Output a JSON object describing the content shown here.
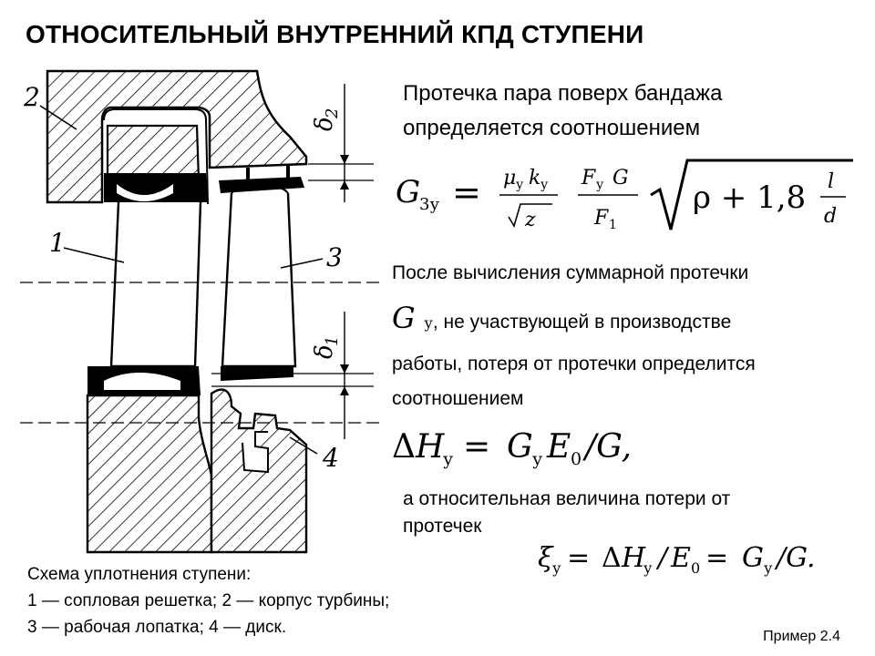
{
  "title": "ОТНОСИТЕЛЬНЫЙ ВНУТРЕННИЙ КПД СТУПЕНИ",
  "intro_line1": "Протечка пара поверх бандажа",
  "intro_line2": "определяется соотношением",
  "formula1": {
    "G": "G",
    "sub_3y": "3у",
    "eq": "=",
    "mu": "μ",
    "sub_y1": "у",
    "k": "k",
    "sub_y2": "у",
    "den_z": "z",
    "F": "F",
    "sub_y3": "у",
    "G2": "G",
    "F1": "F",
    "sub_1": "1",
    "rho_expr": "ρ + 1,8",
    "l": "l",
    "d": "d"
  },
  "after_calc": "После вычисления суммарной протечки",
  "gy_G": "G",
  "gy_sub": "у",
  "gy_rest": ", не участвующей в производстве",
  "line_work": "работы, потеря от протечки определится",
  "line_rel": "соотношением",
  "formula2": {
    "delta": "Δ",
    "H": "H",
    "sub_y": "у",
    "eq": "=",
    "G": "G",
    "sub_y2": "у",
    "E": "E",
    "sub_0": "0",
    "slash_G": "/G,"
  },
  "relative_line1": "а относительная величина потери от",
  "relative_line2": "протечек",
  "formula3": {
    "xi": "ξ",
    "sub_y": "у",
    "eq1": "=",
    "delta": "Δ",
    "H": "H",
    "sub_y2": "у",
    "slash": "/",
    "E": "E",
    "sub_0": "0",
    "eq2": "=",
    "G": "G",
    "sub_y3": "у",
    "tail": "/G."
  },
  "caption": {
    "line1": "Схема уплотнения ступени:",
    "line2": "1 — сопловая решетка; 2 — корпус турбины;",
    "line3": "3 — рабочая лопатка; 4 — диск."
  },
  "figure_labels": {
    "n2": "2",
    "n1": "1",
    "n3": "3",
    "n4": "4",
    "delta2": "δ",
    "delta2_sub": "2",
    "delta1": "δ",
    "delta1_sub": "1"
  },
  "footer": "Пример 2.4"
}
